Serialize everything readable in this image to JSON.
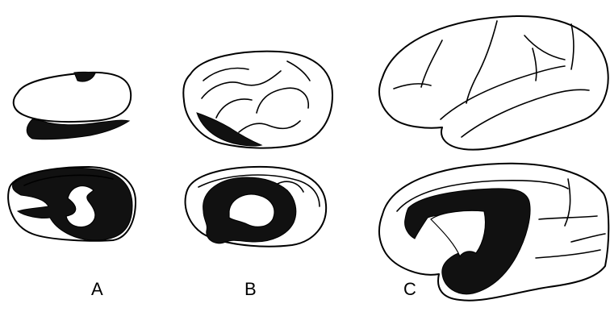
{
  "panels": [
    {
      "label": "A"
    },
    {
      "label": "B"
    },
    {
      "label": "C"
    }
  ],
  "colors": {
    "background": "#ffffff",
    "outline": "#000000",
    "shaded_region": "#111111"
  }
}
